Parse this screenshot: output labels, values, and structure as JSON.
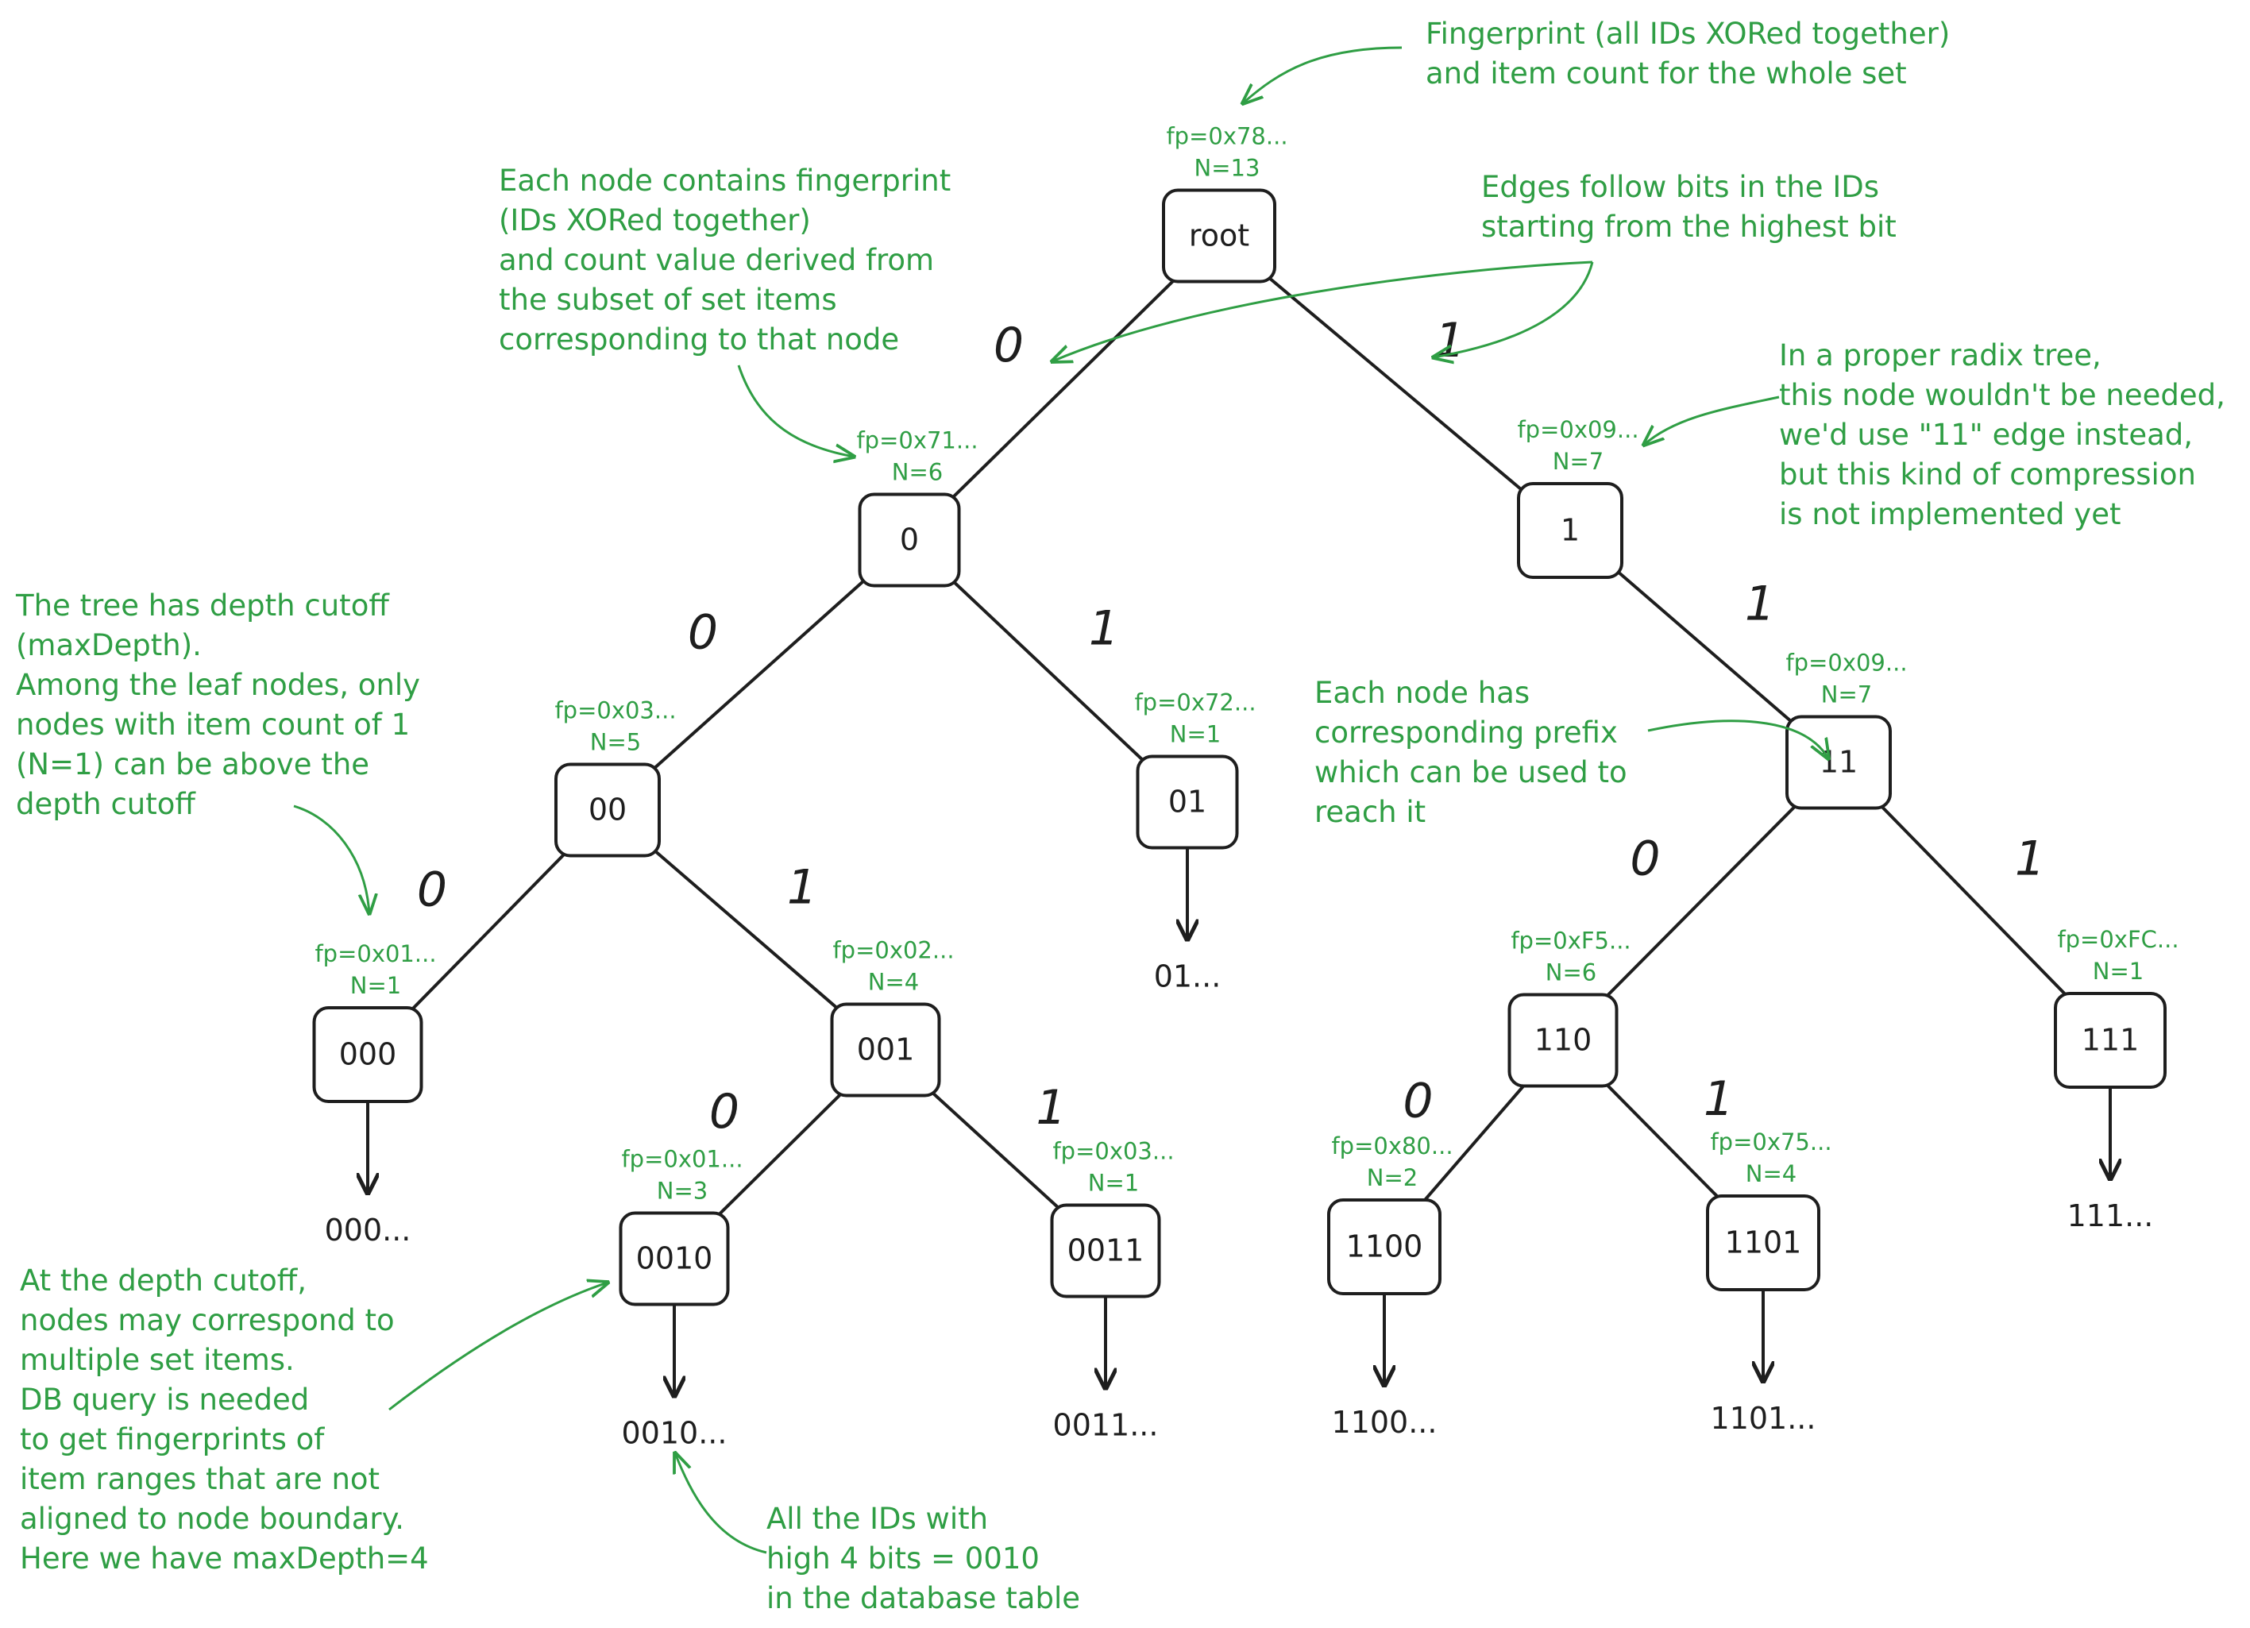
{
  "nodes": [
    {
      "id": "root",
      "label": "root",
      "fp": "fp=0x78...",
      "count": "N=13"
    },
    {
      "id": "n0",
      "label": "0",
      "fp": "fp=0x71...",
      "count": "N=6"
    },
    {
      "id": "n1",
      "label": "1",
      "fp": "fp=0x09...",
      "count": "N=7"
    },
    {
      "id": "n00",
      "label": "00",
      "fp": "fp=0x03...",
      "count": "N=5"
    },
    {
      "id": "n01",
      "label": "01",
      "fp": "fp=0x72...",
      "count": "N=1"
    },
    {
      "id": "n11",
      "label": "11",
      "fp": "fp=0x09...",
      "count": "N=7"
    },
    {
      "id": "n000",
      "label": "000",
      "fp": "fp=0x01...",
      "count": "N=1"
    },
    {
      "id": "n001",
      "label": "001",
      "fp": "fp=0x02...",
      "count": "N=4"
    },
    {
      "id": "n110",
      "label": "110",
      "fp": "fp=0xF5...",
      "count": "N=6"
    },
    {
      "id": "n111",
      "label": "111",
      "fp": "fp=0xFC...",
      "count": "N=1"
    },
    {
      "id": "n0010",
      "label": "0010",
      "fp": "fp=0x01...",
      "count": "N=3"
    },
    {
      "id": "n0011",
      "label": "0011",
      "fp": "fp=0x03...",
      "count": "N=1"
    },
    {
      "id": "n1100",
      "label": "1100",
      "fp": "fp=0x80...",
      "count": "N=2"
    },
    {
      "id": "n1101",
      "label": "1101",
      "fp": "fp=0x75...",
      "count": "N=4"
    }
  ],
  "edges": [
    {
      "from": "root",
      "to": "n0",
      "bit": "0"
    },
    {
      "from": "root",
      "to": "n1",
      "bit": "1"
    },
    {
      "from": "n0",
      "to": "n00",
      "bit": "0"
    },
    {
      "from": "n0",
      "to": "n01",
      "bit": "1"
    },
    {
      "from": "n1",
      "to": "n11",
      "bit": "1"
    },
    {
      "from": "n00",
      "to": "n000",
      "bit": "0"
    },
    {
      "from": "n00",
      "to": "n001",
      "bit": "1"
    },
    {
      "from": "n11",
      "to": "n110",
      "bit": "0"
    },
    {
      "from": "n11",
      "to": "n111",
      "bit": "1"
    },
    {
      "from": "n001",
      "to": "n0010",
      "bit": "0"
    },
    {
      "from": "n001",
      "to": "n0011",
      "bit": "1"
    },
    {
      "from": "n110",
      "to": "n1100",
      "bit": "0"
    },
    {
      "from": "n110",
      "to": "n1101",
      "bit": "1"
    }
  ],
  "leaves": [
    {
      "from": "n01",
      "text": "01..."
    },
    {
      "from": "n000",
      "text": "000..."
    },
    {
      "from": "n0010",
      "text": "0010..."
    },
    {
      "from": "n0011",
      "text": "0011..."
    },
    {
      "from": "n1100",
      "text": "1100..."
    },
    {
      "from": "n1101",
      "text": "1101..."
    },
    {
      "from": "n111",
      "text": "111..."
    }
  ],
  "notes": {
    "root_fp": [
      "Fingerprint (all IDs XORed together)",
      "and item count for the whole set"
    ],
    "node_fp": [
      "Each node contains fingerprint",
      "(IDs XORed together)",
      "and count value derived from",
      "the subset of set items",
      "corresponding to that node"
    ],
    "edges": [
      "Edges follow bits in the IDs",
      "starting from the highest bit"
    ],
    "radix": [
      "In a proper radix tree,",
      "this node wouldn't be needed,",
      "we'd use \"11\" edge instead,",
      "but this kind of compression",
      "is not implemented yet"
    ],
    "depth": [
      "The tree has depth cutoff",
      "(maxDepth).",
      "Among the leaf nodes, only",
      "nodes with item count of 1",
      "(N=1) can be above the",
      "depth cutoff"
    ],
    "prefix": [
      "Each node has",
      "corresponding prefix",
      "which can be used to",
      "reach it"
    ],
    "cutoff": [
      "At the depth cutoff,",
      "nodes may correspond to",
      "multiple set items.",
      "DB query is needed",
      "to get fingerprints of",
      "item ranges that are not",
      "aligned to node boundary.",
      "Here we have maxDepth=4"
    ],
    "ids": [
      "All the IDs with",
      "high 4 bits = 0010",
      "in the database table"
    ]
  },
  "colors": {
    "note": "#2f9e44",
    "stroke": "#1e1e1e"
  }
}
